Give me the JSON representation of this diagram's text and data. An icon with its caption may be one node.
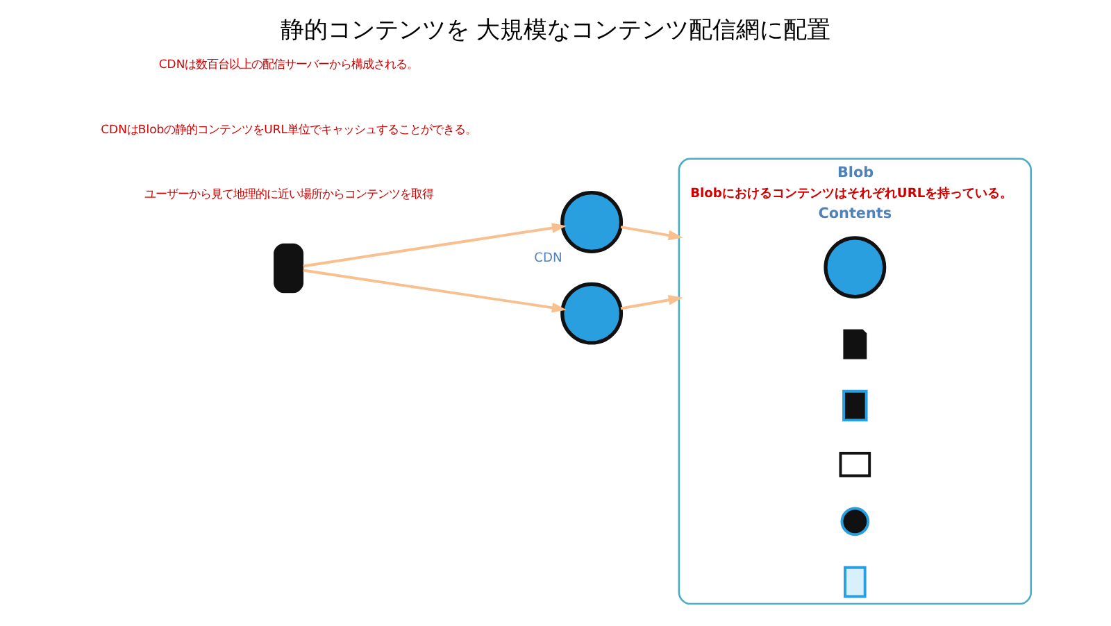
{
  "diagram": {
    "title": "静的コンテンツを 大規模なコンテンツ配信網に配置",
    "nodes": [
      {
        "text": [],
        "shape": "person"
      },
      {
        "text": [],
        "shape": "globe",
        "beside": [
          "CDN"
        ]
      },
      {
        "text": [],
        "shape": "globe"
      },
      {
        "text": [
          "Blob",
          "BlobにおけるコンテンツはそれぞれURLを持っている。",
          "Contents"
        ]
      },
      {
        "text": [],
        "shape": "globe",
        "in": 3
      },
      {
        "text": [],
        "shape": "document",
        "in": 3
      },
      {
        "text": [],
        "shape": "notebook",
        "in": 3
      },
      {
        "text": [],
        "shape": "box",
        "in": 3
      },
      {
        "text": [],
        "shape": "music",
        "in": 3
      },
      {
        "text": [],
        "shape": "film",
        "in": 3
      }
    ],
    "edges": [
      {
        "from": 0,
        "to": 1,
        "arrow": "to"
      },
      {
        "from": 0,
        "to": 2,
        "arrow": "to"
      },
      {
        "from": 1,
        "to": 3,
        "arrow": "to"
      },
      {
        "from": 2,
        "to": 3,
        "arrow": "to"
      }
    ],
    "labels": [
      "ユーザーから見て地理的に近い場所からコンテンツを取得",
      "CDNはBlobの静的コンテンツをURL単位でキャッシュすることができる。",
      "CDNは数百台以上の配信サーバーから構成される。"
    ]
  }
}
